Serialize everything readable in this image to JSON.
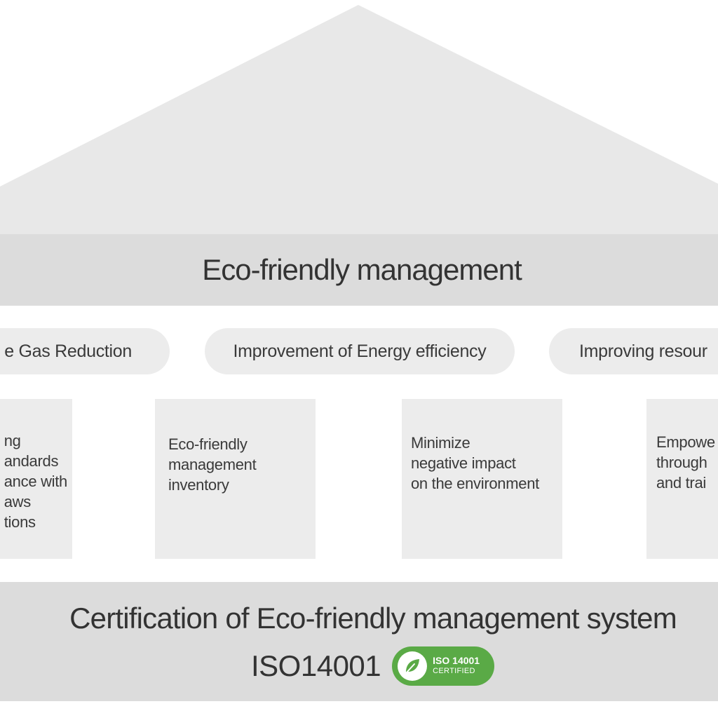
{
  "roof": {
    "color": "#e8e8e8"
  },
  "beam": {
    "title": "Eco-friendly management",
    "color": "#dcdcdc"
  },
  "goals": [
    {
      "label": "e Gas Reduction"
    },
    {
      "label": "Improvement of Energy efficiency"
    },
    {
      "label": "Improving resour"
    }
  ],
  "pillars": [
    {
      "lines": [
        "ng",
        "andards",
        "ance with",
        "aws",
        "tions"
      ]
    },
    {
      "lines": [
        "Eco-friendly",
        "management",
        "inventory"
      ]
    },
    {
      "lines": [
        "Minimize",
        "negative impact",
        "on the environment"
      ]
    },
    {
      "lines": [
        "Empowe",
        "through",
        "and trai"
      ]
    }
  ],
  "foundation": {
    "title": "Certification of Eco-friendly management system",
    "standard": "ISO14001",
    "badge": {
      "title": "ISO 14001",
      "subtitle": "CERTIFIED",
      "icon": "leaf-icon",
      "color": "#5aaa46"
    }
  }
}
